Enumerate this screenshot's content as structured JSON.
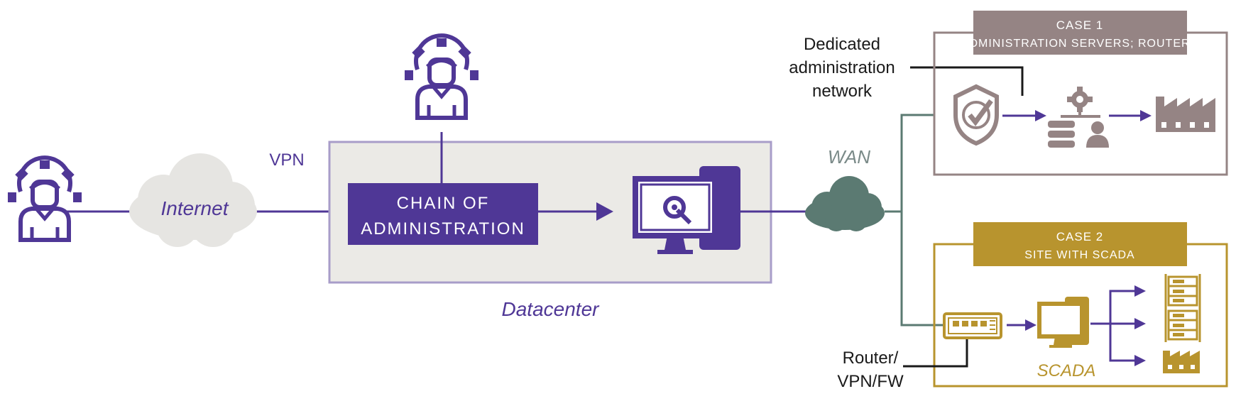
{
  "colors": {
    "purple": "#4f3796",
    "datacenter_fill": "#ebeae6",
    "datacenter_border": "#a89dc9",
    "cloud_internet": "#e6e5e2",
    "cloud_wan": "#5b7a72",
    "case1": "#958484",
    "case2": "#b8942e",
    "black": "#1a1a1a"
  },
  "labels": {
    "vpn": "VPN",
    "internet": "Internet",
    "chain_line1": "CHAIN OF",
    "chain_line2": "ADMINISTRATION",
    "datacenter": "Datacenter",
    "wan": "WAN",
    "dedicated_line1": "Dedicated",
    "dedicated_line2": "administration",
    "dedicated_line3": "network",
    "case1_line1": "CASE 1",
    "case1_line2": "ADMINISTRATION SERVERS; ROUTERS",
    "case2_line1": "CASE 2",
    "case2_line2": "SITE WITH SCADA",
    "router_line1": "Router/",
    "router_line2": "VPN/FW",
    "scada": "SCADA"
  },
  "icons": {
    "remote_admin": "admin-gear-person-icon",
    "datacenter_admin": "admin-gear-person-icon",
    "workstation": "admin-workstation-icon",
    "shield": "shield-check-icon",
    "servers_admin": "admin-servers-icon",
    "factory": "factory-icon",
    "router": "router-switch-icon",
    "scada_workstation": "computer-icon",
    "server_rack": "server-rack-icon"
  }
}
